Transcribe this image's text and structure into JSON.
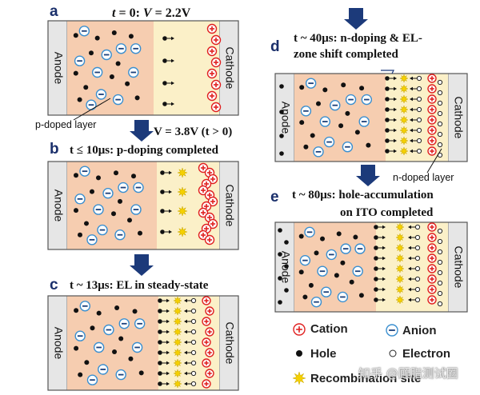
{
  "panels": {
    "a": {
      "letter": "a",
      "title_t": "t",
      "title_eq1": " = 0:  ",
      "title_v": "V",
      "title_eq2": " = 2.2V"
    },
    "b": {
      "letter": "b",
      "voltage": "V = 3.8V (t > 0)",
      "title": "t ≤ 10μs: p-doping completed"
    },
    "c": {
      "letter": "c",
      "title": "t ~ 13μs: EL in steady-state"
    },
    "d": {
      "letter": "d",
      "title_line1": "t ~ 40μs: n-doping & EL-",
      "title_line2": "zone shift completed"
    },
    "e": {
      "letter": "e",
      "title_line1": "t ~ 80μs: hole-accumulation",
      "title_line2": "on ITO completed"
    }
  },
  "electrodes": {
    "anode": "Anode",
    "cathode": "Cathode"
  },
  "annotations": {
    "p_doped": "p-doped layer",
    "n_doped": "n-doped layer"
  },
  "legend": {
    "cation": "Cation",
    "anion": "Anion",
    "hole": "Hole",
    "electron": "Electron",
    "recombination": "Recombination site"
  },
  "watermark": "知乎 @顾脂测试圈",
  "colors": {
    "p_region": "#f6cdb0",
    "intrinsic": "#fbf0c8",
    "electrode": "#e6e6e6",
    "cation": "#e02020",
    "anion": "#3a8fd0",
    "arrow": "#1c3a7a",
    "star": "#f5d000"
  }
}
